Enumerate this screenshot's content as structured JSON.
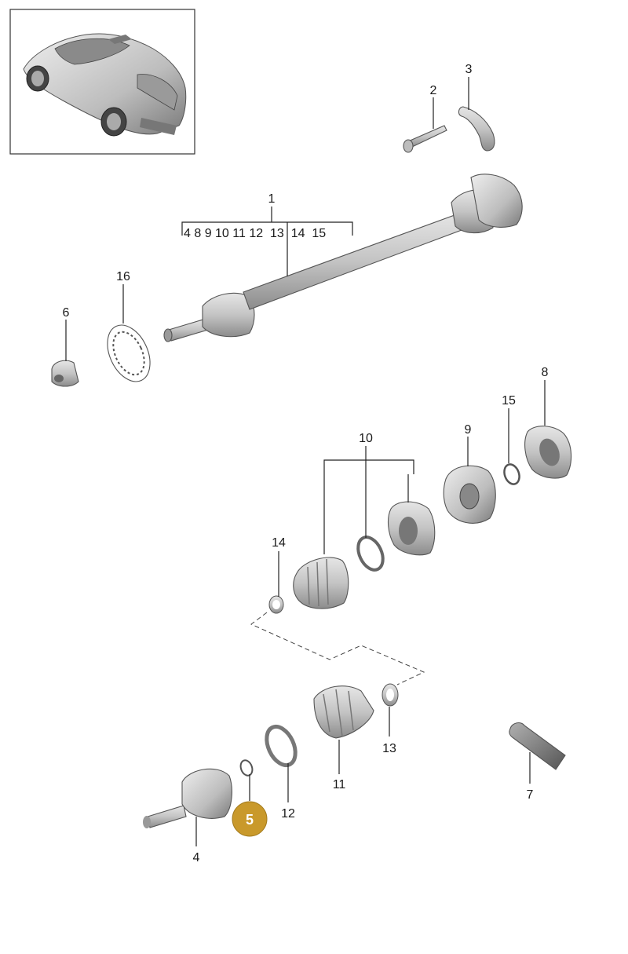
{
  "diagram": {
    "callouts": [
      {
        "id": "c1",
        "label": "1"
      },
      {
        "id": "c2",
        "label": "2"
      },
      {
        "id": "c3",
        "label": "3"
      },
      {
        "id": "c4",
        "label": "4"
      },
      {
        "id": "c6",
        "label": "6"
      },
      {
        "id": "c7",
        "label": "7"
      },
      {
        "id": "c8",
        "label": "8"
      },
      {
        "id": "c9",
        "label": "9"
      },
      {
        "id": "c10",
        "label": "10"
      },
      {
        "id": "c11",
        "label": "11"
      },
      {
        "id": "c12",
        "label": "12"
      },
      {
        "id": "c13",
        "label": "13"
      },
      {
        "id": "c14",
        "label": "14"
      },
      {
        "id": "c15",
        "label": "15"
      },
      {
        "id": "c16",
        "label": "16"
      }
    ],
    "kit_contents": "4 8 9 10 11 12  13  14  15",
    "highlighted": {
      "label": "5",
      "color": "#c9992b"
    },
    "accent_color": "#c9992b"
  }
}
